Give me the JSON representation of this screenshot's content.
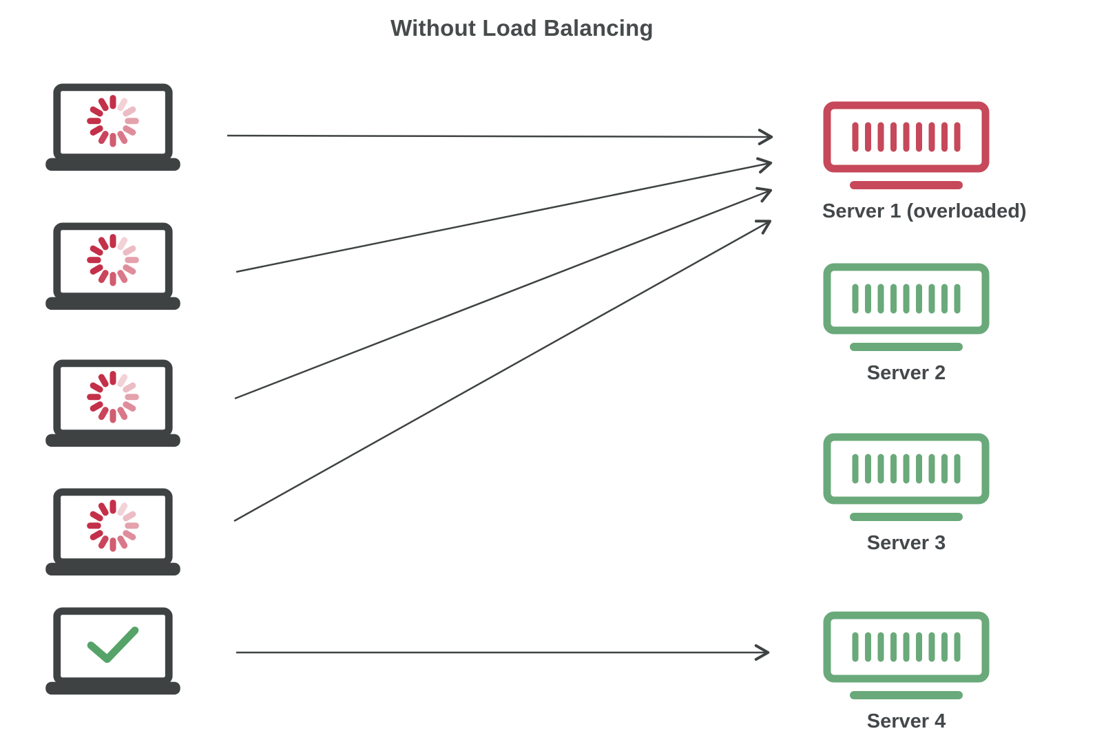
{
  "title": "Without Load Balancing",
  "colors": {
    "charcoal": "#3e4243",
    "title_text": "#474b4c",
    "label_text": "#44484a",
    "server_red": "#c6485a",
    "server_green": "#6aa97a",
    "spinner_red": "#c43049",
    "check_green": "#55a369"
  },
  "clients": [
    {
      "name": "client-1",
      "state": "loading",
      "icon": "loading-spinner-icon"
    },
    {
      "name": "client-2",
      "state": "loading",
      "icon": "loading-spinner-icon"
    },
    {
      "name": "client-3",
      "state": "loading",
      "icon": "loading-spinner-icon"
    },
    {
      "name": "client-4",
      "state": "loading",
      "icon": "loading-spinner-icon"
    },
    {
      "name": "client-5",
      "state": "served",
      "icon": "check-icon"
    }
  ],
  "servers": [
    {
      "label": "Server 1 (overloaded)",
      "state": "overloaded"
    },
    {
      "label": "Server 2",
      "state": "normal"
    },
    {
      "label": "Server 3",
      "state": "normal"
    },
    {
      "label": "Server 4",
      "state": "normal"
    }
  ],
  "connections": [
    {
      "from": "client-1",
      "to": "server-1"
    },
    {
      "from": "client-2",
      "to": "server-1"
    },
    {
      "from": "client-3",
      "to": "server-1"
    },
    {
      "from": "client-4",
      "to": "server-1"
    },
    {
      "from": "client-5",
      "to": "server-4"
    }
  ]
}
